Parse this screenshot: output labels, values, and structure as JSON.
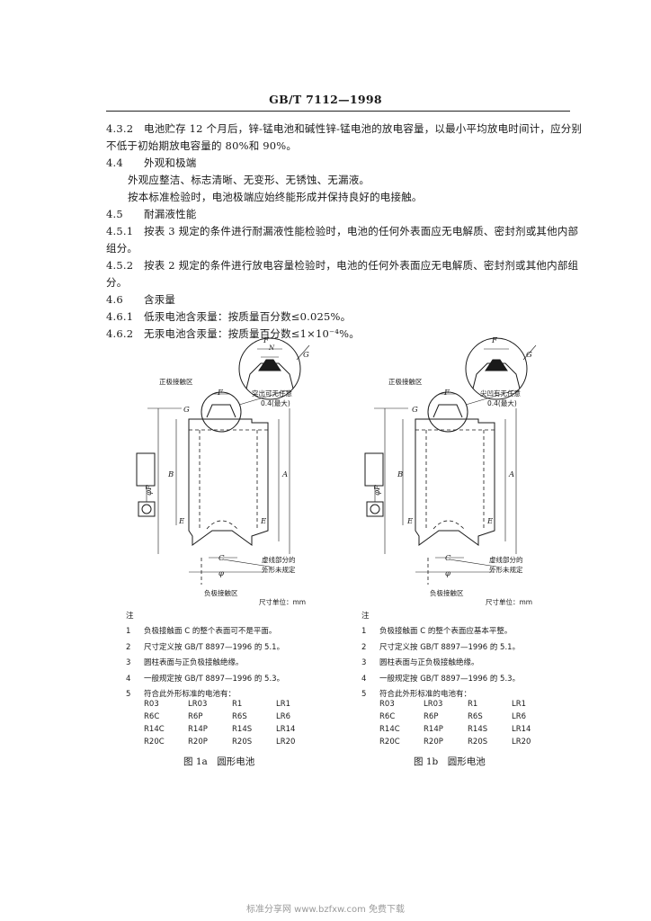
{
  "header": {
    "title": "GB/T 7112—1998"
  },
  "paragraphs": [
    {
      "num": "4.3.2",
      "text": "电池贮存 12 个月后，锌-锰电池和碱性锌-锰电池的放电容量，以最小平均放电时间计，应分别",
      "cont": "不低于初始期放电容量的 80%和 90%。"
    },
    {
      "num": "4.4",
      "text": "外观和极端"
    },
    {
      "num": "",
      "text": "外观应整洁、标志清晰、无变形、无锈蚀、无漏液。"
    },
    {
      "num": "",
      "text": "按本标准检验时，电池极端应始终能形成并保持良好的电接触。"
    },
    {
      "num": "4.5",
      "text": "耐漏液性能"
    },
    {
      "num": "4.5.1",
      "text": "按表 3 规定的条件进行耐漏液性能检验时，电池的任何外表面应无电解质、密封剂或其他内部",
      "cont": "组分。"
    },
    {
      "num": "4.5.2",
      "text": "按表 2 规定的条件进行放电容量检验时，电池的任何外表面应无电解质、密封剂或其他内部组",
      "cont": "分。"
    },
    {
      "num": "4.6",
      "text": "含汞量"
    },
    {
      "num": "4.6.1",
      "text": "低汞电池含汞量：按质量百分数≤0.025%。"
    },
    {
      "num": "4.6.2",
      "text": "无汞电池含汞量：按质量百分数≤1×10⁻⁴%。"
    }
  ],
  "figures": [
    {
      "labels": {
        "positive_area": "正极接触区",
        "unevenness": "突出可无任意",
        "max": "0.4(最大)",
        "shape_note_1": "虚线部分的",
        "shape_note_2": "外形未规定",
        "negative_area": "负极接触区",
        "unit": "尺寸单位：mm",
        "F": "F",
        "N": "N",
        "G": "G",
        "A": "A",
        "B": "B",
        "E": "E",
        "C": "C",
        "phi": "φ",
        "phiP": "φP"
      },
      "notes_title": "注",
      "notes": [
        {
          "n": "1",
          "text": "负极接触面 C 的整个表面可不是平面。"
        },
        {
          "n": "2",
          "text": "尺寸定义按 GB/T 8897—1996 的 5.1。"
        },
        {
          "n": "3",
          "text": "圆柱表面与正负极接触绝缘。"
        },
        {
          "n": "4",
          "text": "一般规定按 GB/T 8897—1996 的 5.3。"
        },
        {
          "n": "5",
          "text": "符合此外形标准的电池有："
        }
      ],
      "models": [
        "R03",
        "LR03",
        "R1",
        "LR1",
        "R6C",
        "R6P",
        "R6S",
        "LR6",
        "R14C",
        "R14P",
        "R14S",
        "LR14",
        "R20C",
        "R20P",
        "R20S",
        "LR20"
      ],
      "caption": "图 1a　圆形电池"
    },
    {
      "labels": {
        "positive_area": "正极接触区",
        "unevenness": "尖凹有无任意",
        "max": "0.4(最大)",
        "shape_note_1": "虚线部分的",
        "shape_note_2": "外形未规定",
        "negative_area": "负极接触区",
        "unit": "尺寸单位：mm",
        "F": "F",
        "G": "G",
        "A": "A",
        "B": "B",
        "E": "E",
        "C": "C",
        "phi": "φ",
        "phiP": "φP"
      },
      "notes_title": "注",
      "notes": [
        {
          "n": "1",
          "text": "负极接触面 C 的整个表面应基本平整。"
        },
        {
          "n": "2",
          "text": "尺寸定义按 GB/T 8897—1996 的 5.1。"
        },
        {
          "n": "3",
          "text": "圆柱表面与正负极接触绝缘。"
        },
        {
          "n": "4",
          "text": "一般规定按 GB/T 8897—1996 的 5.3。"
        },
        {
          "n": "5",
          "text": "符合此外形标准的电池有："
        }
      ],
      "models": [
        "R03",
        "LR03",
        "R1",
        "LR1",
        "R6C",
        "R6P",
        "R6S",
        "LR6",
        "R14C",
        "R14P",
        "R14S",
        "LR14",
        "R20C",
        "R20P",
        "R20S",
        "LR20"
      ],
      "caption": "图 1b　圆形电池"
    }
  ],
  "footer": {
    "text": "标准分享网 www.bzfxw.com 免费下载"
  }
}
